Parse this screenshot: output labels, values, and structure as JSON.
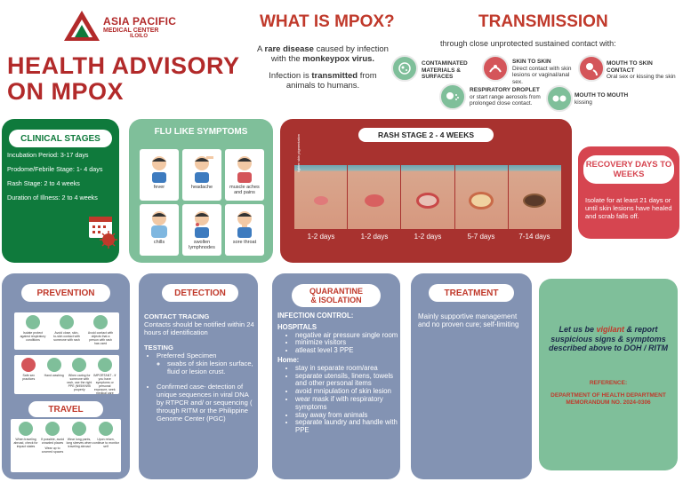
{
  "logo": {
    "name_line1": "ASIA PACIFIC",
    "name_line2": "MEDICAL CENTER",
    "location": "ILOILO"
  },
  "headline": {
    "line1": "HEALTH ADVISORY",
    "line2": "ON MPOX"
  },
  "what": {
    "title": "WHAT IS MPOX?",
    "p1_pre": "A ",
    "p1_b1": "rare disease",
    "p1_mid": " caused by infection with the ",
    "p1_b2": "monkeypox virus.",
    "p2_pre": "Infection is ",
    "p2_b": "transmitted",
    "p2_post": " from animals to humans."
  },
  "transmission": {
    "title": "TRANSMISSION",
    "subtitle": "through close unprotected sustained contact with:",
    "items": [
      {
        "title": "CONTAMINATED MATERIALS & SURFACES",
        "desc": ""
      },
      {
        "title": "SKIN TO SKIN",
        "desc": "Direct contact with skin lesions or vaginal/anal sex."
      },
      {
        "title": "MOUTH TO SKIN CONTACT",
        "desc": "Oral sex or kissing the skin"
      },
      {
        "title": "RESPIRATORY DROPLET",
        "desc": "or start range aerosols from prolonged close contact."
      },
      {
        "title": "MOUTH TO MOUTH",
        "desc": "kissing"
      }
    ]
  },
  "clinical": {
    "title": "CLINICAL STAGES",
    "lines": [
      "Incubation Period:  3-17 days",
      "Prodome/Febrile Stage: 1- 4 days",
      "Rash Stage: 2 to 4 weeks",
      "Duration of Illness: 2 to 4 weeks"
    ]
  },
  "flu": {
    "title": "FLU LIKE SYMPTOMS",
    "items": [
      "fever",
      "headache",
      "muscle aches and pains",
      "chills",
      "swollen lymphnodes",
      "sore throat"
    ]
  },
  "rash": {
    "title": "RASH STAGE 2 - 4 WEEKS",
    "side_label": "lighter skin pigmentation",
    "days": [
      "1-2 days",
      "1-2 days",
      "1-2 days",
      "5-7 days",
      "7-14 days"
    ]
  },
  "recovery": {
    "title": "RECOVERY DAYS TO WEEKS",
    "text": "Isolate for at least 21 days or until skin lesions have healed and scrab falls off."
  },
  "prevention": {
    "title": "PREVENTION",
    "row1": [
      "Isolate protect against respiratory conditions",
      "Avoid close, skin-to-skin contact with someone with rash",
      "Avoid contact with objects that a person with rash has used"
    ],
    "row2": [
      "Safe sex practices",
      "Hand washing",
      "When caring for someone with rash, use the right PPE (N95/KN95 properly",
      "IMPORTANT - If you have symptoms or personal exposure, seek medical care"
    ],
    "travel_title": "TRAVEL",
    "row3": [
      "When traveling abroad, check for impact states",
      "If possible, avoid crowded places",
      "Wear long pants, long sleeves when traveling abroad",
      "Upon return, continue to monitor self"
    ],
    "row3_extra": "Wear up to covered spaces"
  },
  "detection": {
    "title": "DETECTION",
    "ct_head": "CONTACT TRACING",
    "ct_text": "Contacts should be notified within 24 hours of identification",
    "testing_head": "TESTING",
    "specimen": "Preferred Specimen",
    "swabs": "swabs of skin lesion surface, fluid or lesion crust.",
    "confirmed": "Confirmed case- detection of unique sequences in viral DNA by RTPCR and/ or sequencing ( through RITM or the Philippine Genome Center (PGC)"
  },
  "quarantine": {
    "title_l1": "QUARANTINE",
    "title_l2": "& ISOLATION",
    "ic_head": "INFECTION CONTROL:",
    "hosp_head": "HOSPITALS",
    "hosp_items": [
      "negative air pressure single room",
      "minimize visitors",
      "atleast level 3 PPE"
    ],
    "home_head": "Home:",
    "home_items": [
      "stay in separate room/area",
      "separate utensils, linens, towels and other personal items",
      "avoid mnipulation of skin lesion",
      "wear mask if with respiratory symptoms",
      "stay away from animals",
      "separate laundry and handle with PPE"
    ]
  },
  "treatment": {
    "title": "TREATMENT",
    "text": "Mainly supportive management and no proven cure; self-limiting"
  },
  "vigilant": {
    "pre": "Let us be ",
    "em": "vigilant",
    "post": " & report suspicious signs & symptoms described above to DOH / RITM",
    "ref_head": "REFERENCE:",
    "ref_body": "DEPARTMENT OF HEALTH DEPARTMENT MEMORANDUM NO. 2024-0306"
  },
  "colors": {
    "brand_red": "#b22a2a",
    "green_dark": "#0f7a3c",
    "green_light": "#7fbf9a",
    "rash_red": "#a8322f",
    "recovery_red": "#d64550",
    "slate": "#8393b3"
  }
}
